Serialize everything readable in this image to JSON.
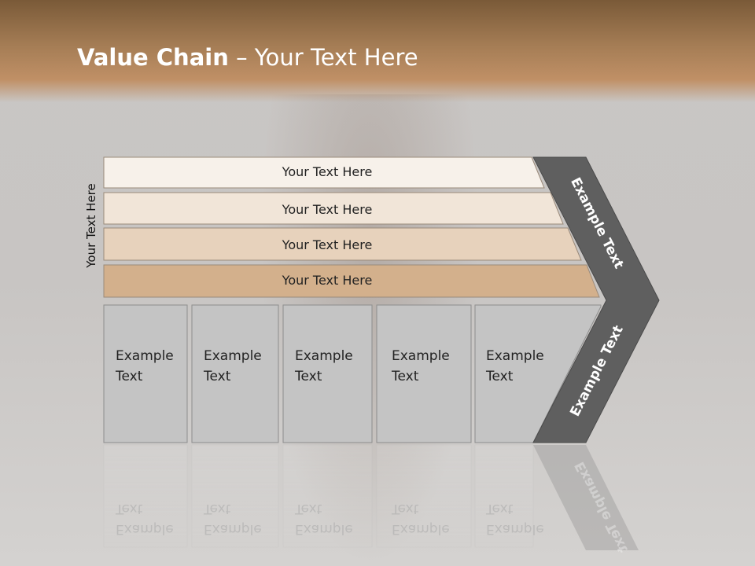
{
  "slide": {
    "title_bold": "Value Chain",
    "title_rest": " – Your Text Here",
    "side_label": "Your Text Here"
  },
  "bars": [
    {
      "label": "Your Text Here",
      "color": "#f7f1ea"
    },
    {
      "label": "Your Text Here",
      "color": "#f1e5d8"
    },
    {
      "label": "Your Text Here",
      "color": "#e7d2bc"
    },
    {
      "label": "Your Text Here",
      "color": "#d3b08c"
    }
  ],
  "boxes": [
    {
      "line1": "Example",
      "line2": "Text"
    },
    {
      "line1": "Example",
      "line2": "Text"
    },
    {
      "line1": "Example",
      "line2": "Text"
    },
    {
      "line1": "Example",
      "line2": "Text"
    },
    {
      "line1": "Example",
      "line2": "Text"
    }
  ],
  "chevron": {
    "upper_text": "Example Text",
    "lower_text": "Example Text",
    "color": "#5f5f5f"
  }
}
